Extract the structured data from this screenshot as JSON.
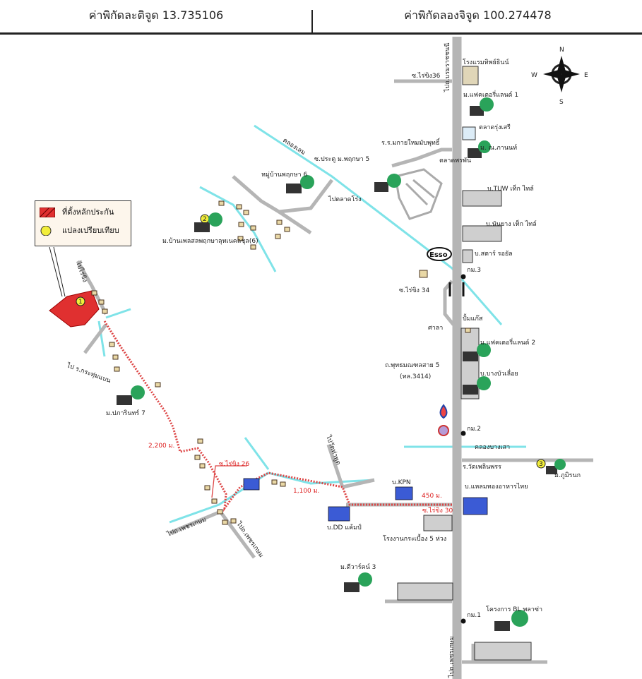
{
  "header": {
    "latitude_label": "ค่าพิกัดละติจูด 13.735106",
    "longitude_label": "ค่าพิกัดลองจิจูด 100.274478"
  },
  "legend": {
    "items": [
      {
        "label": "ที่ตั้งหลักประกัน",
        "icon": "red-hatched-parcel"
      },
      {
        "label": "แปลงเปรียบเทียบ",
        "icon": "yellow-circle"
      }
    ]
  },
  "compass": {
    "n": "N",
    "s": "S",
    "e": "E",
    "w": "W"
  },
  "colors": {
    "main_road": "#b5b5b5",
    "canal": "#7fe3e8",
    "route": "#d44",
    "subject_parcel": "#e03030",
    "comparable": "#f2ee3a"
  },
  "labels": {
    "hotel": "โรงแรมทิพย์ธินน์",
    "soi36": "ซ.ไร่ขิง36",
    "main_road_north": "ไปถ.บรมราชชนนี",
    "factory_land1": "ม.แฟคเตอรี่แลนด์ 1",
    "market": "ตลาดรุ่งเสรี",
    "nalanon": "ม. ณ.ภานนท์",
    "school": "ร.ร.มกายใหมมับพุทธิ์",
    "prep": "ตลาดพรพัน",
    "tuw": "บ.TUW เท็ก ไทล์",
    "nanyang": "บ.นันยาง เท็ก ไทล์",
    "star": "บ.สตาร์ รอยัล",
    "phrukksa6": "หมู่บ้านพฤกษา 6",
    "phrukksa5": "ซ.ประตู ม.พฤกษา 5",
    "village_left": "ม.บ้านเพลสลพฤกษาลุทเนคลชุล(6)",
    "canal_top": "คลองเลม",
    "bridge_road": "ไปตลาดโร่ง",
    "phuttamonthon": "ถ.พุทธมณฑลสาย 5",
    "road_number": "(ทล.3414)",
    "soi34": "ซ.ไร่ขิง 34",
    "sala": "ศาลา",
    "km3": "กม.3",
    "km2": "กม.2",
    "km1": "กม.1",
    "factory_land2": "ม.แฟคเตอรี่แลนด์ 2",
    "bangchua": "บ.บางบัวเลื่อย",
    "pumphouse": "ปั้มแก๊ส",
    "canal_mid": "คลองบางเสา",
    "kmwatt": "ม.ภูมิรนก",
    "thai_food": "บ.แหลมทองอาหารไทย",
    "temple": "ร.วัดเพลินพรร",
    "pakarn7": "ม.ปภารินทร์ 7",
    "dist_2200": "2,200 ม.",
    "soi26": "ซ.ไร่ขิง 26",
    "dist_1100": "1,100 ม.",
    "dist_450": "450 ม.",
    "kpn": "บ.KPN",
    "soi30": "ซ.ไร่ขิง 30",
    "dd": "บ.DD แค้มป์",
    "tile_factory": "โรงงานกระเบื้อง 5 ห่วง",
    "chaiyarak3": "ม.ดีวาร์คน์ 3",
    "bl_plaza": "โครงการ BL พลาซ่า",
    "to_kratumban": "ไป ร.กระทุ่มแบน",
    "to_raikhing": "ไปไร่ขิง",
    "to_phetkasem_left": "ไปถ.เพชรเกษม",
    "to_phetkasem_right": "ไปถ.เพชรเกษม",
    "to_phetkasem_bottom": "ไปถ.เพชรเกษม",
    "to_wattrai": "ไปวัดท่าพูด",
    "esso": "Esso",
    "comp1": "1",
    "comp2": "2",
    "comp3": "3"
  }
}
